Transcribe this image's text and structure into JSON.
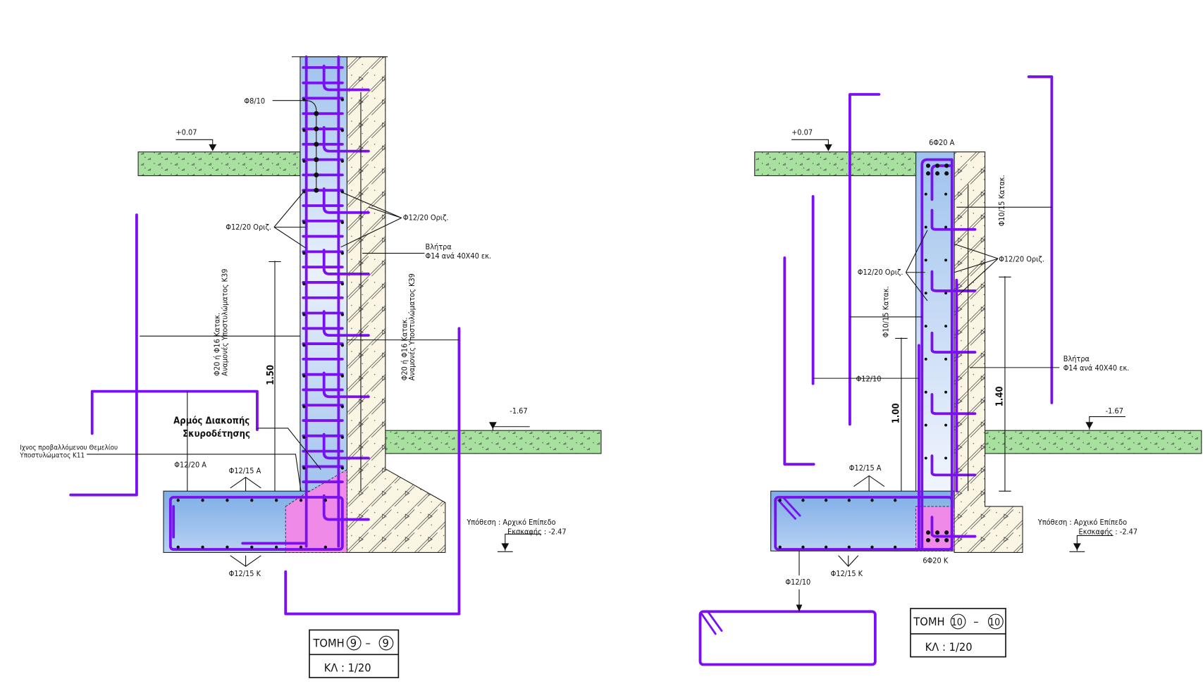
{
  "section_left": {
    "title": "ΤΟΜΗ",
    "number_a": "9",
    "number_b": "9",
    "dash": "–",
    "scale": "ΚΛ : 1/20",
    "labels": {
      "stirrup": "Φ8/10",
      "level_top": "+0.07",
      "level_ground": "-1.67",
      "horiz_left": "Φ12/20 Οριζ.",
      "horiz_right": "Φ12/20 Οριζ.",
      "dowel_line1": "Βλήτρα",
      "dowel_line2": "Φ14 ανά 40X40 εκ.",
      "vert_left_line1": "Φ20 ή Φ16 Κατακ.",
      "vert_left_line2": "Αναμονές Υποστυλώματος Κ39",
      "vert_right_line1": "Φ20 ή Φ16 Κατακ.",
      "vert_right_line2": "Αναμονές Υποστυλώματος Κ39",
      "dim_height": "1.50",
      "joint_line1": "Αρμός Διακοπής",
      "joint_line2": "Σκυροδέτησης",
      "trace_line1": "Ιχνος προβαλλόμενου Θεμελίου",
      "trace_line2": "Υποστυλώματος Κ11",
      "footing_vertical": "Φ12/20 Α",
      "footing_top": "Φ12/15 Α",
      "footing_bottom": "Φ12/15 Κ",
      "assumption_line1": "Υπόθεση : Αρχικό Επίπεδο",
      "assumption_line2": "Εκσκαφής : -2.47"
    }
  },
  "section_right": {
    "title": "ΤΟΜΗ",
    "number_a": "10",
    "number_b": "10",
    "dash": "–",
    "scale": "ΚΛ : 1/20",
    "labels": {
      "level_top": "+0.07",
      "level_ground": "-1.67",
      "top_bars": "6Φ20 Α",
      "bottom_bars": "6Φ20 Κ",
      "vert_right": "Φ10/15 Κατακ.",
      "vert_left": "Φ10/15 Κατακ.",
      "horiz_left": "Φ12/20 Οριζ.",
      "horiz_right": "Φ12/20 Οριζ.",
      "dowel_line1": "Βλήτρα",
      "dowel_line2": "Φ14 ανά 40X40 εκ.",
      "inner_bar": "Φ12/10",
      "dim_height_a": "1.00",
      "dim_height_b": "1.40",
      "footing_top": "Φ12/15 Α",
      "footing_bottom": "Φ12/15 Κ",
      "footing_vertical": "Φ12/10",
      "assumption_line1": "Υπόθεση : Αρχικό Επίπεδο",
      "assumption_line2": "Εκσκαφής : -2.47"
    }
  },
  "colors": {
    "rebar": "#7a10f0",
    "concrete": "#a9c8ee",
    "soil": "#a8e0a0",
    "blinding": "#fbf5e4",
    "joint_zone": "#f08ae8"
  }
}
